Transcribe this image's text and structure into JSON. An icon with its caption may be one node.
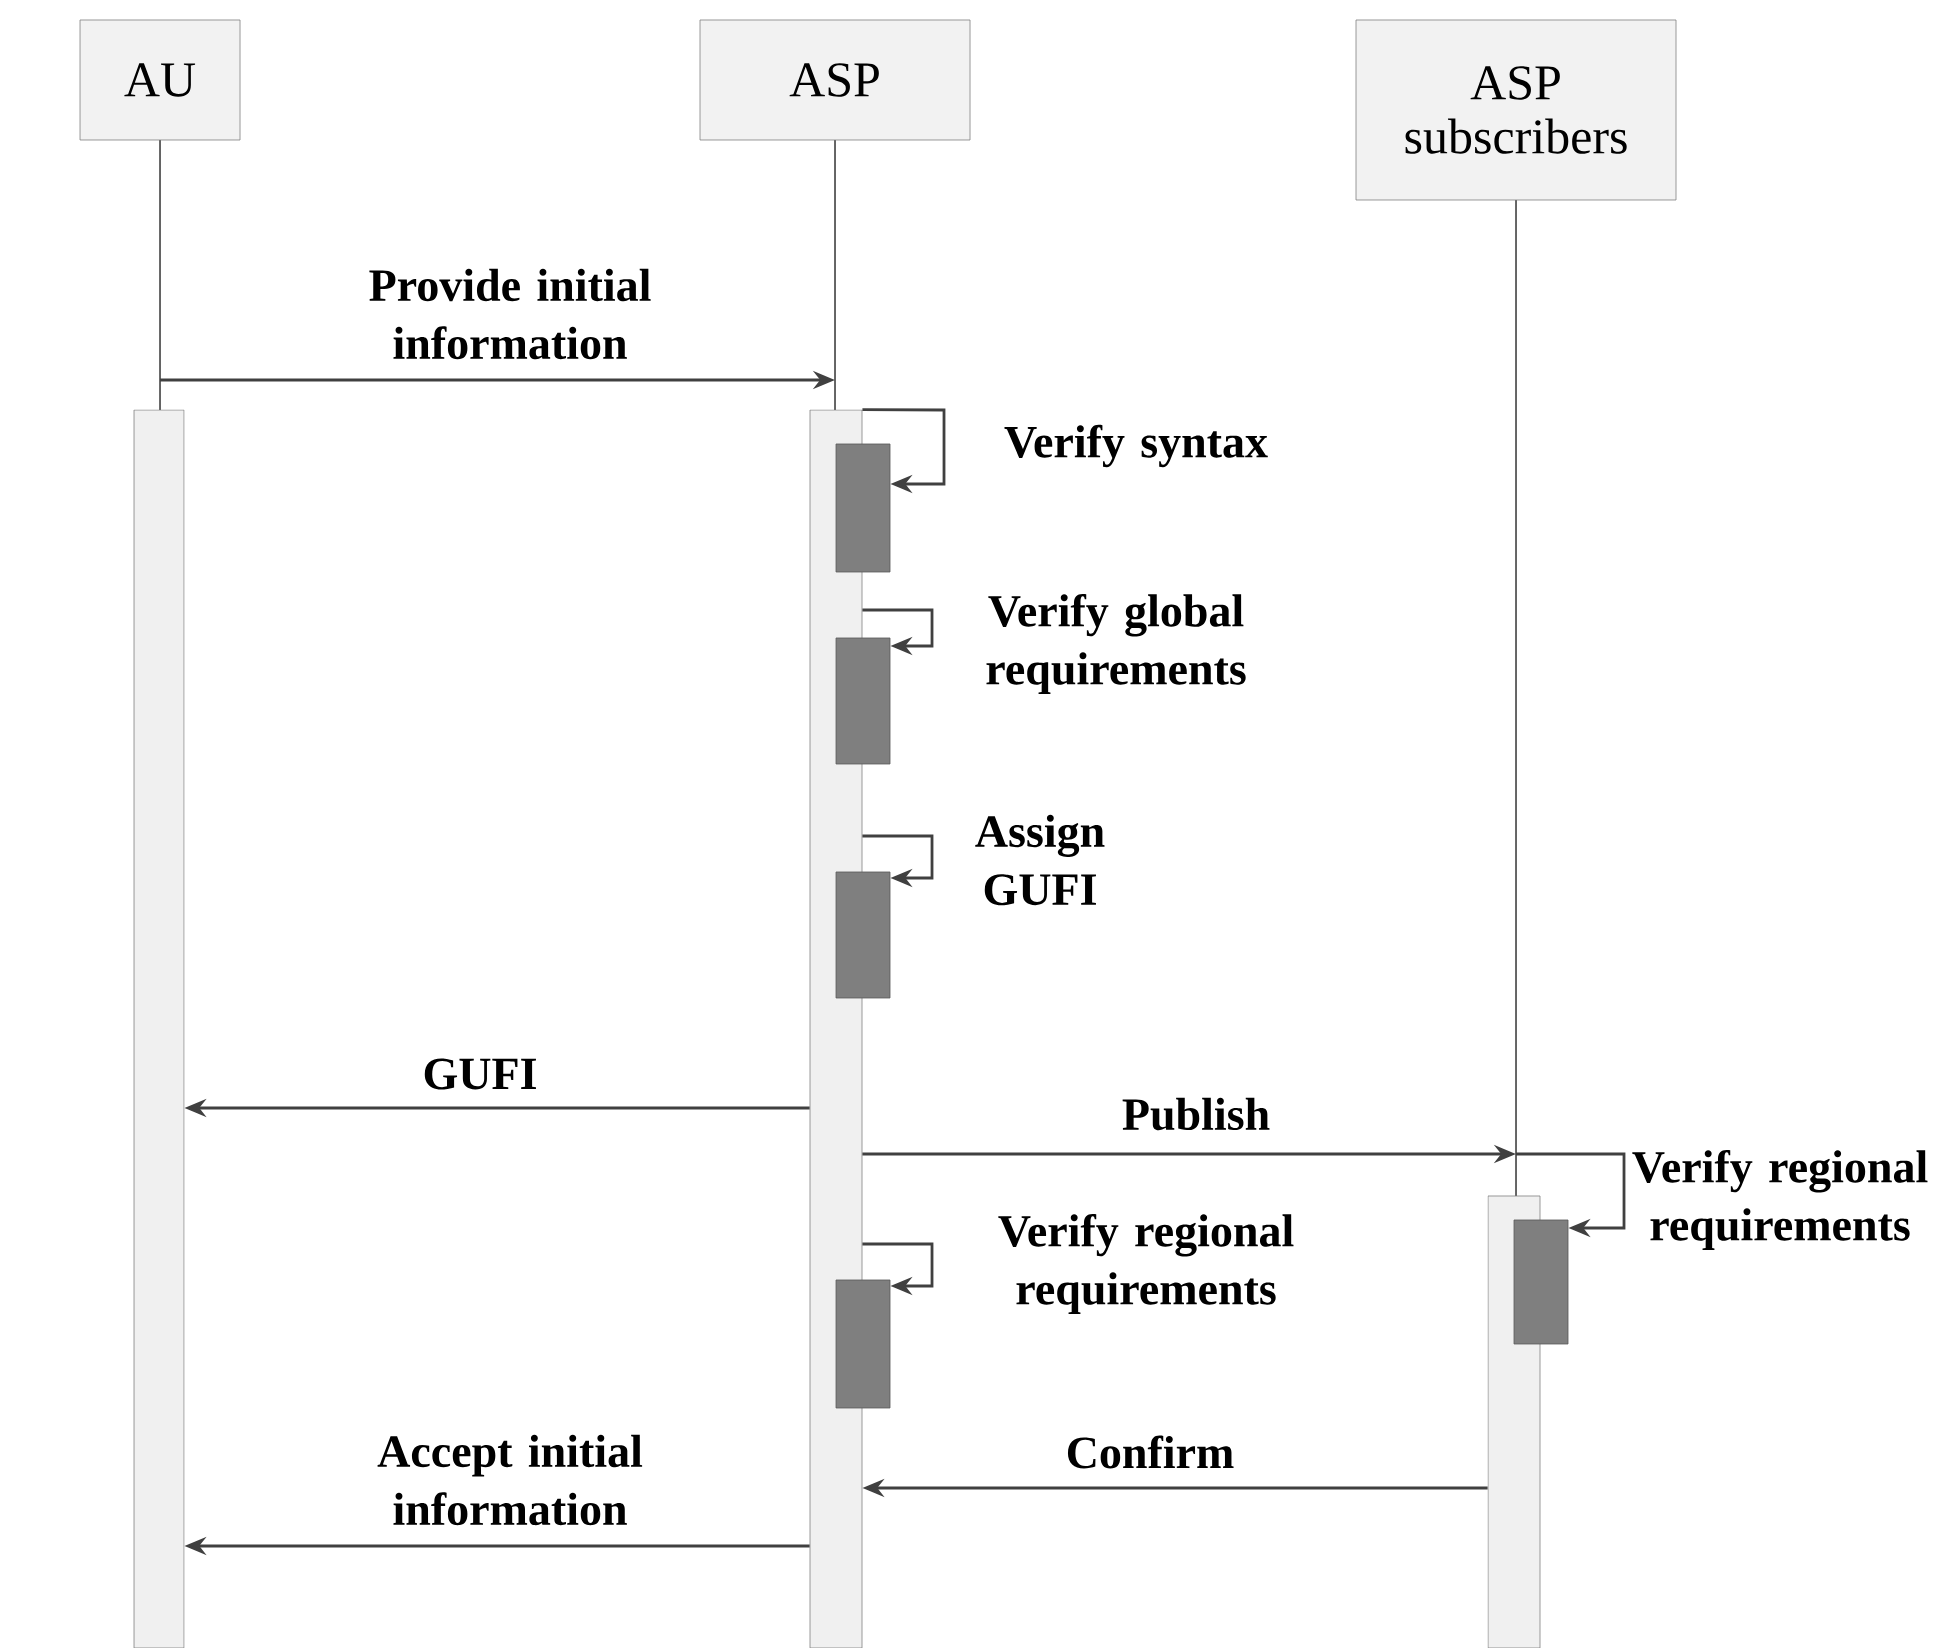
{
  "diagram": {
    "nodes": [
      {
        "text": [
          "AU"
        ]
      },
      {
        "text": [
          "ASP"
        ]
      },
      {
        "text": [
          "ASP subscribers"
        ]
      },
      {
        "text": [],
        "shape": "bar"
      },
      {
        "text": [],
        "shape": "bar"
      },
      {
        "text": [],
        "shape": "bar"
      },
      {
        "text": [],
        "shape": "box"
      },
      {
        "text": [],
        "shape": "box"
      },
      {
        "text": [],
        "shape": "box"
      },
      {
        "text": [],
        "shape": "box"
      },
      {
        "text": [],
        "shape": "box"
      }
    ],
    "edges": [
      {
        "from": 0,
        "to": 1,
        "arrow": "to",
        "label": "Provide initial information"
      },
      {
        "from": 4,
        "to": 6,
        "arrow": "to",
        "label": "Verify syntax"
      },
      {
        "from": 4,
        "to": 7,
        "arrow": "to",
        "label": "Verify global requirements"
      },
      {
        "from": 4,
        "to": 8,
        "arrow": "to",
        "label": "Assign GUFI"
      },
      {
        "from": 4,
        "to": 3,
        "arrow": "to",
        "label": "GUFI"
      },
      {
        "from": 4,
        "to": 2,
        "arrow": "to",
        "label": "Publish"
      },
      {
        "from": 4,
        "to": 9,
        "arrow": "to",
        "label": "Verify regional requirements"
      },
      {
        "from": 2,
        "to": 10,
        "arrow": "to",
        "label": "Verify regional requirements"
      },
      {
        "from": 5,
        "to": 4,
        "arrow": "to",
        "label": "Confirm"
      },
      {
        "from": 4,
        "to": 3,
        "arrow": "to",
        "label": "Accept initial information"
      }
    ]
  }
}
